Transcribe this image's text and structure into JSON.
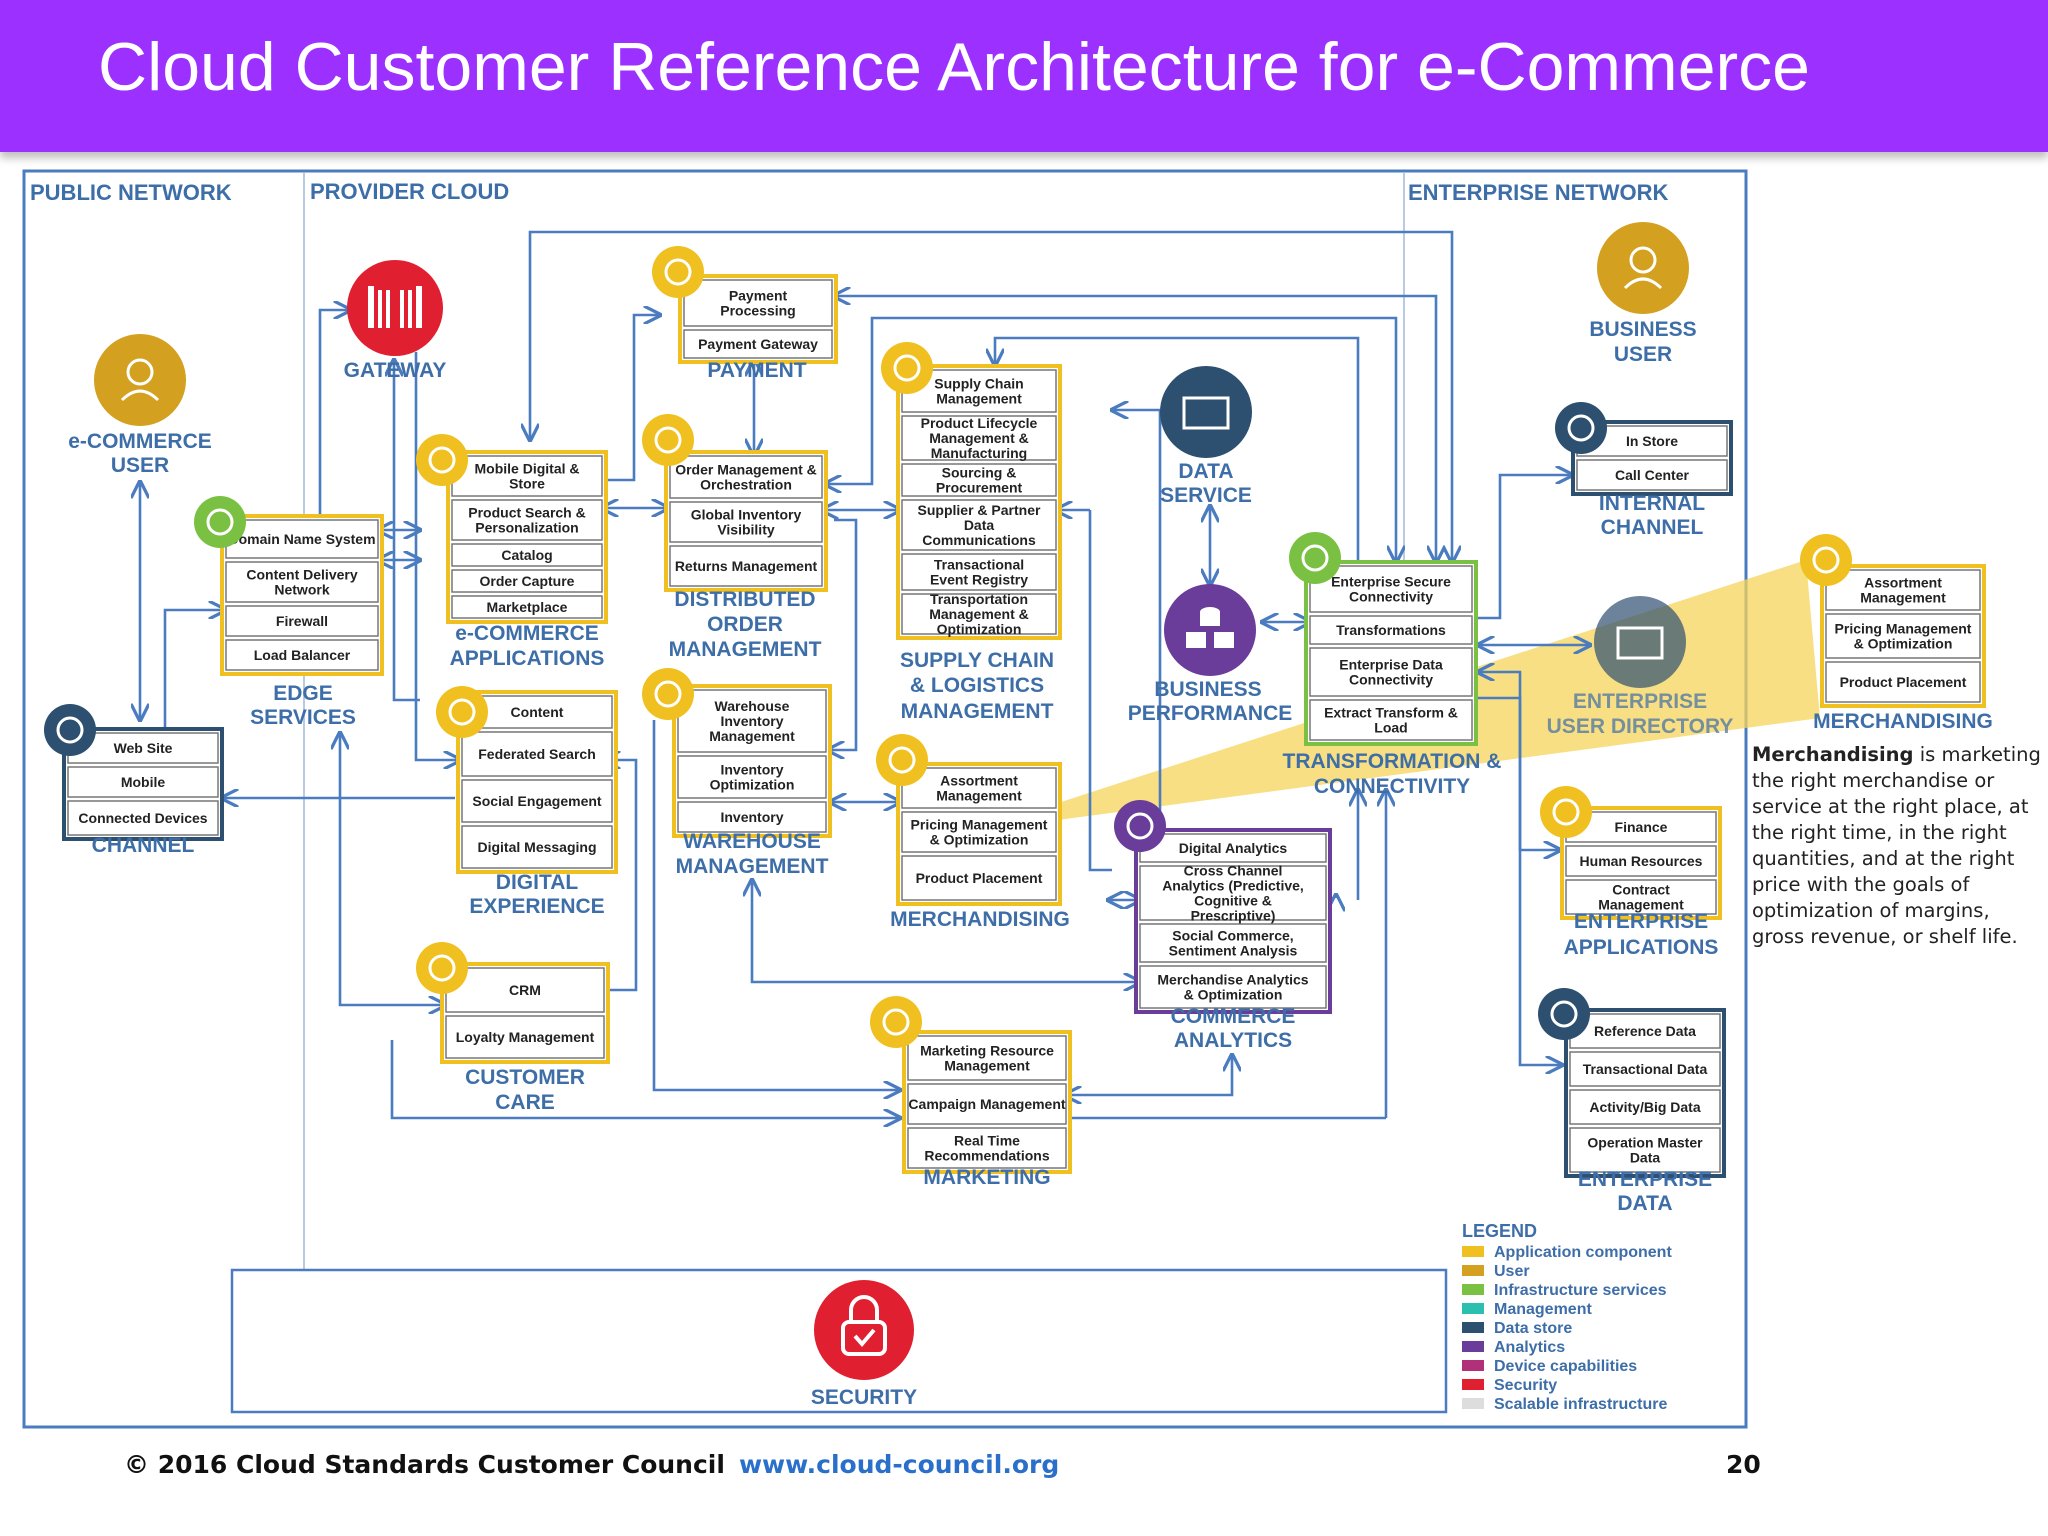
{
  "title": "Cloud Customer Reference Architecture for e-Commerce",
  "zones": {
    "public": "PUBLIC NETWORK",
    "provider": "PROVIDER CLOUD",
    "enterprise": "ENTERPRISE NETWORK"
  },
  "colors": {
    "banner": "#9b30ff",
    "application": "#f0c020",
    "user": "#d4a020",
    "infrastructure": "#7ac143",
    "management": "#2bbfb0",
    "data_store": "#2d4f70",
    "analytics": "#6a3d9a",
    "device": "#b0307a",
    "security": "#e02030",
    "line": "#4a7cbf"
  },
  "groups": {
    "ecom_user": [
      "e-COMMERCE",
      "USER"
    ],
    "gateway": [
      "GATEWAY"
    ],
    "edge": {
      "label": [
        "EDGE",
        "SERVICES"
      ],
      "items": [
        "Domain Name System",
        "Content Delivery Network",
        "Firewall",
        "Load Balancer"
      ]
    },
    "channel": {
      "label": [
        "CHANNEL"
      ],
      "items": [
        "Web Site",
        "Mobile",
        "Connected Devices"
      ]
    },
    "ecom_apps": {
      "label": [
        "e-COMMERCE",
        "APPLICATIONS"
      ],
      "items": [
        "Mobile Digital & Store",
        "Product Search & Personalization",
        "Catalog",
        "Order Capture",
        "Marketplace"
      ]
    },
    "payment": {
      "label": [
        "PAYMENT"
      ],
      "items": [
        "Payment Processing",
        "Payment Gateway"
      ]
    },
    "dom": {
      "label": [
        "DISTRIBUTED",
        "ORDER",
        "MANAGEMENT"
      ],
      "items": [
        "Order Management & Orchestration",
        "Global Inventory Visibility",
        "Returns Management"
      ]
    },
    "supply": {
      "label": [
        "SUPPLY CHAIN",
        "& LOGISTICS",
        "MANAGEMENT"
      ],
      "items": [
        "Supply Chain Management",
        "Product Lifecycle Management & Manufacturing",
        "Sourcing & Procurement",
        "Supplier & Partner Data Communications",
        "Transactional Event Registry",
        "Transportation Management & Optimization"
      ]
    },
    "data_service": [
      "DATA",
      "SERVICE"
    ],
    "biz_perf": [
      "BUSINESS",
      "PERFORMANCE"
    ],
    "transform": {
      "label": [
        "TRANSFORMATION &",
        "CONNECTIVITY"
      ],
      "items": [
        "Enterprise Secure Connectivity",
        "Transformations",
        "Enterprise Data Connectivity",
        "Extract Transform & Load"
      ]
    },
    "biz_user": [
      "BUSINESS",
      "USER"
    ],
    "internal": {
      "label": [
        "INTERNAL",
        "CHANNEL"
      ],
      "items": [
        "In Store",
        "Call Center"
      ]
    },
    "user_dir": [
      "ENTERPRISE",
      "USER DIRECTORY"
    ],
    "digital": {
      "label": [
        "DIGITAL",
        "EXPERIENCE"
      ],
      "items": [
        "Content",
        "Federated Search",
        "Social Engagement",
        "Digital Messaging"
      ]
    },
    "warehouse": {
      "label": [
        "WAREHOUSE",
        "MANAGEMENT"
      ],
      "items": [
        "Warehouse Inventory Management",
        "Inventory Optimization",
        "Inventory"
      ]
    },
    "merch": {
      "label": [
        "MERCHANDISING"
      ],
      "items": [
        "Assortment Management",
        "Pricing Management & Optimization",
        "Product Placement"
      ]
    },
    "analytics": {
      "label": [
        "COMMERCE",
        "ANALYTICS"
      ],
      "items": [
        "Digital Analytics",
        "Cross Channel Analytics (Predictive, Cognitive & Prescriptive)",
        "Social Commerce, Sentiment Analysis",
        "Merchandise Analytics & Optimization"
      ]
    },
    "crm": {
      "label": [
        "CUSTOMER",
        "CARE"
      ],
      "items": [
        "CRM",
        "Loyalty Management"
      ]
    },
    "marketing": {
      "label": [
        "MARKETING"
      ],
      "items": [
        "Marketing Resource Management",
        "Campaign Management",
        "Real Time Recommendations"
      ]
    },
    "ent_apps": {
      "label": [
        "ENTERPRISE",
        "APPLICATIONS"
      ],
      "items": [
        "Finance",
        "Human Resources",
        "Contract Management"
      ]
    },
    "ent_data": {
      "label": [
        "ENTERPRISE",
        "DATA"
      ],
      "items": [
        "Reference Data",
        "Transactional Data",
        "Activity/Big Data",
        "Operation Master Data"
      ]
    },
    "merch_zoom": {
      "label": [
        "MERCHANDISING"
      ],
      "items": [
        "Assortment Management",
        "Pricing Management & Optimization",
        "Product Placement"
      ]
    },
    "security": [
      "SECURITY"
    ]
  },
  "legend": {
    "title": "LEGEND",
    "items": [
      {
        "label": "Application component",
        "color": "#f0c020"
      },
      {
        "label": "User",
        "color": "#d4a020"
      },
      {
        "label": "Infrastructure services",
        "color": "#7ac143"
      },
      {
        "label": "Management",
        "color": "#2bbfb0"
      },
      {
        "label": "Data store",
        "color": "#2d4f70"
      },
      {
        "label": "Analytics",
        "color": "#6a3d9a"
      },
      {
        "label": "Device capabilities",
        "color": "#b0307a"
      },
      {
        "label": "Security",
        "color": "#e02030"
      },
      {
        "label": "Scalable infrastructure",
        "color": "#dddddd"
      }
    ]
  },
  "sidebar": {
    "term": "Merchandising",
    "text": " is marketing the right merchandise or service at the right place, at the right time, in the right quantities, and at the right price with the goals of optimization of margins, gross revenue, or shelf life."
  },
  "footer": {
    "copyright": "© 2016 Cloud Standards Customer Council",
    "url": "www.cloud-council.org",
    "page": "20"
  }
}
